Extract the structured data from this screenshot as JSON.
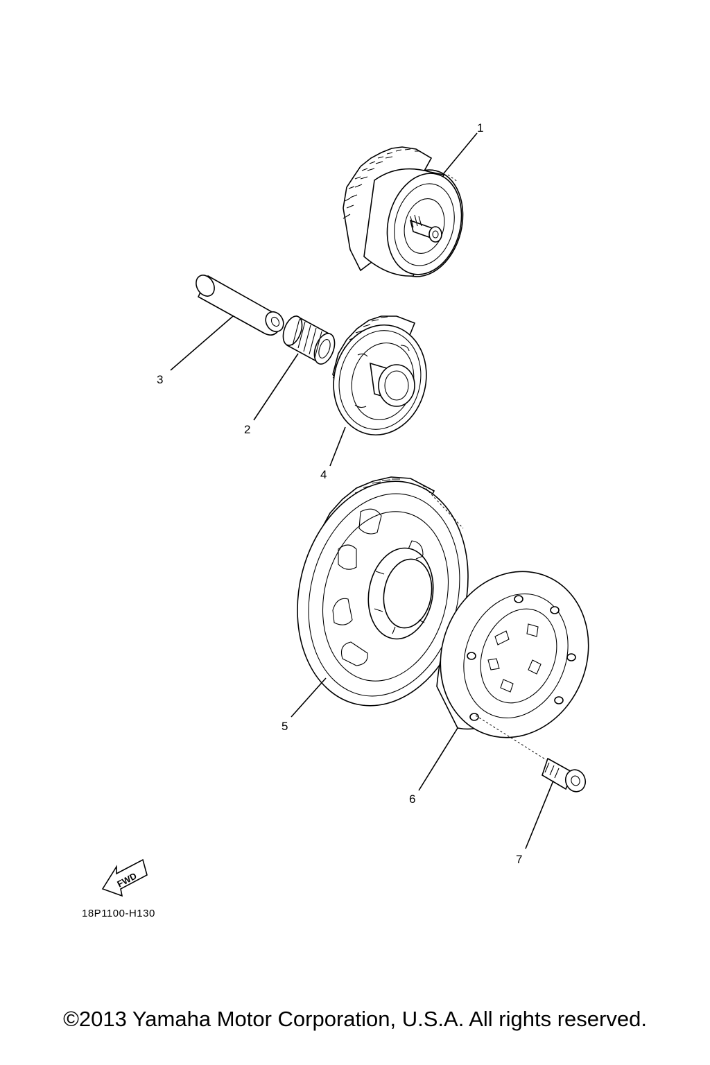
{
  "callouts": {
    "c1": "1",
    "c2": "2",
    "c3": "3",
    "c4": "4",
    "c5": "5",
    "c6": "6",
    "c7": "7"
  },
  "diagram": {
    "reference_code": "18P1100-H130",
    "fwd_label": "FWD"
  },
  "footer": {
    "copyright": "©2013 Yamaha Motor Corporation, U.S.A. All rights reserved."
  },
  "icons": {
    "direction_arrow": "fwd-arrow-icon"
  }
}
